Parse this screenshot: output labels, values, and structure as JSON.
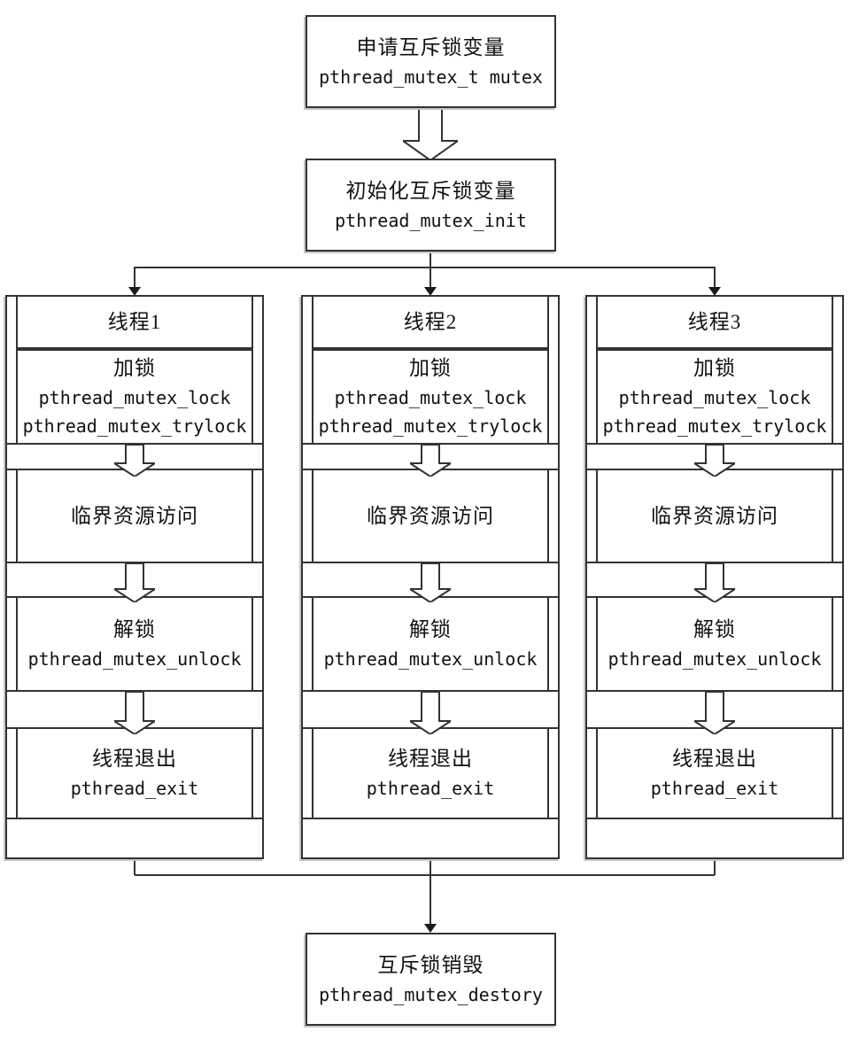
{
  "declare_box": {
    "title": "申请互斥锁变量",
    "code": "pthread_mutex_t mutex"
  },
  "init_box": {
    "title": "初始化互斥锁变量",
    "code": "pthread_mutex_init"
  },
  "threads": [
    {
      "header": "线程1",
      "lock": {
        "title": "加锁",
        "line1": "pthread_mutex_lock",
        "line2": "pthread_mutex_trylock"
      },
      "access": {
        "title": "临界资源访问"
      },
      "unlock": {
        "title": "解锁",
        "line1": "pthread_mutex_unlock"
      },
      "exit": {
        "title": "线程退出",
        "line1": "pthread_exit"
      }
    },
    {
      "header": "线程2",
      "lock": {
        "title": "加锁",
        "line1": "pthread_mutex_lock",
        "line2": "pthread_mutex_trylock"
      },
      "access": {
        "title": "临界资源访问"
      },
      "unlock": {
        "title": "解锁",
        "line1": "pthread_mutex_unlock"
      },
      "exit": {
        "title": "线程退出",
        "line1": "pthread_exit"
      }
    },
    {
      "header": "线程3",
      "lock": {
        "title": "加锁",
        "line1": "pthread_mutex_lock",
        "line2": "pthread_mutex_trylock"
      },
      "access": {
        "title": "临界资源访问"
      },
      "unlock": {
        "title": "解锁",
        "line1": "pthread_mutex_unlock"
      },
      "exit": {
        "title": "线程退出",
        "line1": "pthread_exit"
      }
    }
  ],
  "destroy_box": {
    "title": "互斥锁销毁",
    "code": "pthread_mutex_destory"
  },
  "colors": {
    "line": "#333333",
    "background": "#ffffff",
    "text": "#111111"
  }
}
